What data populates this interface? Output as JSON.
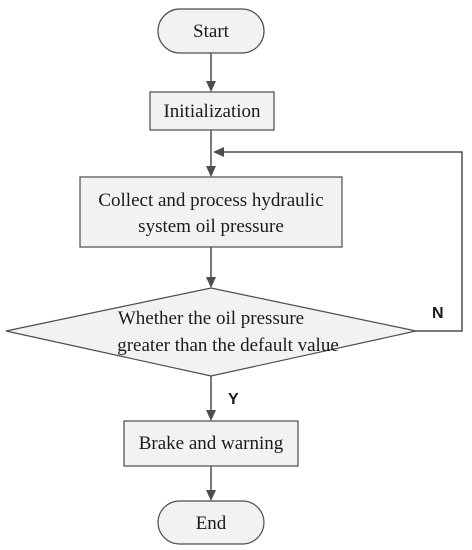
{
  "flowchart": {
    "start": "Start",
    "init": "Initialization",
    "collect": [
      "Collect and process hydraulic",
      "system oil pressure"
    ],
    "decision": [
      "Whether the oil pressure",
      "greater than the default value"
    ],
    "yes_label": "Y",
    "no_label": "N",
    "action": "Brake and warning",
    "end": "End"
  }
}
